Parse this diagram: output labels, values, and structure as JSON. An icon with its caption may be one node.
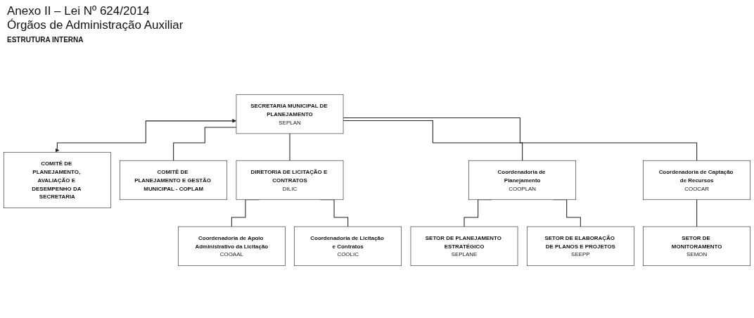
{
  "diagram": {
    "title": "Anexo II – Lei Nº 624/2014",
    "nodes": [
      {
        "text": [
          "SECRETARIA MUNICIPAL DE PLANEJAMENTO",
          "SEPLAN"
        ]
      },
      {
        "text": [
          "COMITÊ DE PLANEJAMENTO, AVALIAÇÃO E DESEMPENHO DA SECRETARIA"
        ]
      },
      {
        "text": [
          "COMITÊ DE PLANEJAMENTO E GESTÃO MUNICIPAL - COPLAM"
        ]
      },
      {
        "text": [
          "DIRETORIA DE LICITAÇÃO E CONTRATOS",
          "DILIC"
        ]
      },
      {
        "text": [
          "Coordenadoria de Apoio Administrativo da Licitação",
          "COOAAL"
        ]
      },
      {
        "text": [
          "Coordenadoria de Licitação e Contratos",
          "COOLIC"
        ]
      },
      {
        "text": [
          "Coordenadoria de Planejamento",
          "COOPLAN"
        ]
      },
      {
        "text": [
          "Coordenadoria de Captação de Recursos",
          "COOCAR"
        ]
      },
      {
        "text": [
          "SETOR DE PLANEJAMENTO ESTRATÉGICO",
          "SEPLANE"
        ]
      },
      {
        "text": [
          "SETOR DE ELABORAÇÃO DE PLANOS E PROJETOS",
          "SEEPP"
        ]
      },
      {
        "text": [
          "SETOR DE MONITORAMENTO",
          "SEMON"
        ]
      }
    ],
    "edges": [
      {
        "from": 0,
        "to": 1,
        "arrow": "both"
      },
      {
        "from": 0,
        "to": 2,
        "arrow": "none"
      },
      {
        "from": 0,
        "to": 3,
        "arrow": "none"
      },
      {
        "from": 0,
        "to": 6,
        "arrow": "none"
      },
      {
        "from": 0,
        "to": 7,
        "arrow": "none"
      },
      {
        "from": 3,
        "to": 4,
        "arrow": "none"
      },
      {
        "from": 3,
        "to": 5,
        "arrow": "none"
      },
      {
        "from": 6,
        "to": 8,
        "arrow": "none"
      },
      {
        "from": 6,
        "to": 9,
        "arrow": "none"
      },
      {
        "from": 7,
        "to": 10,
        "arrow": "none"
      }
    ],
    "labels": [
      "Órgãos de Administração Auxiliar",
      "ESTRUTURA INTERNA"
    ]
  }
}
